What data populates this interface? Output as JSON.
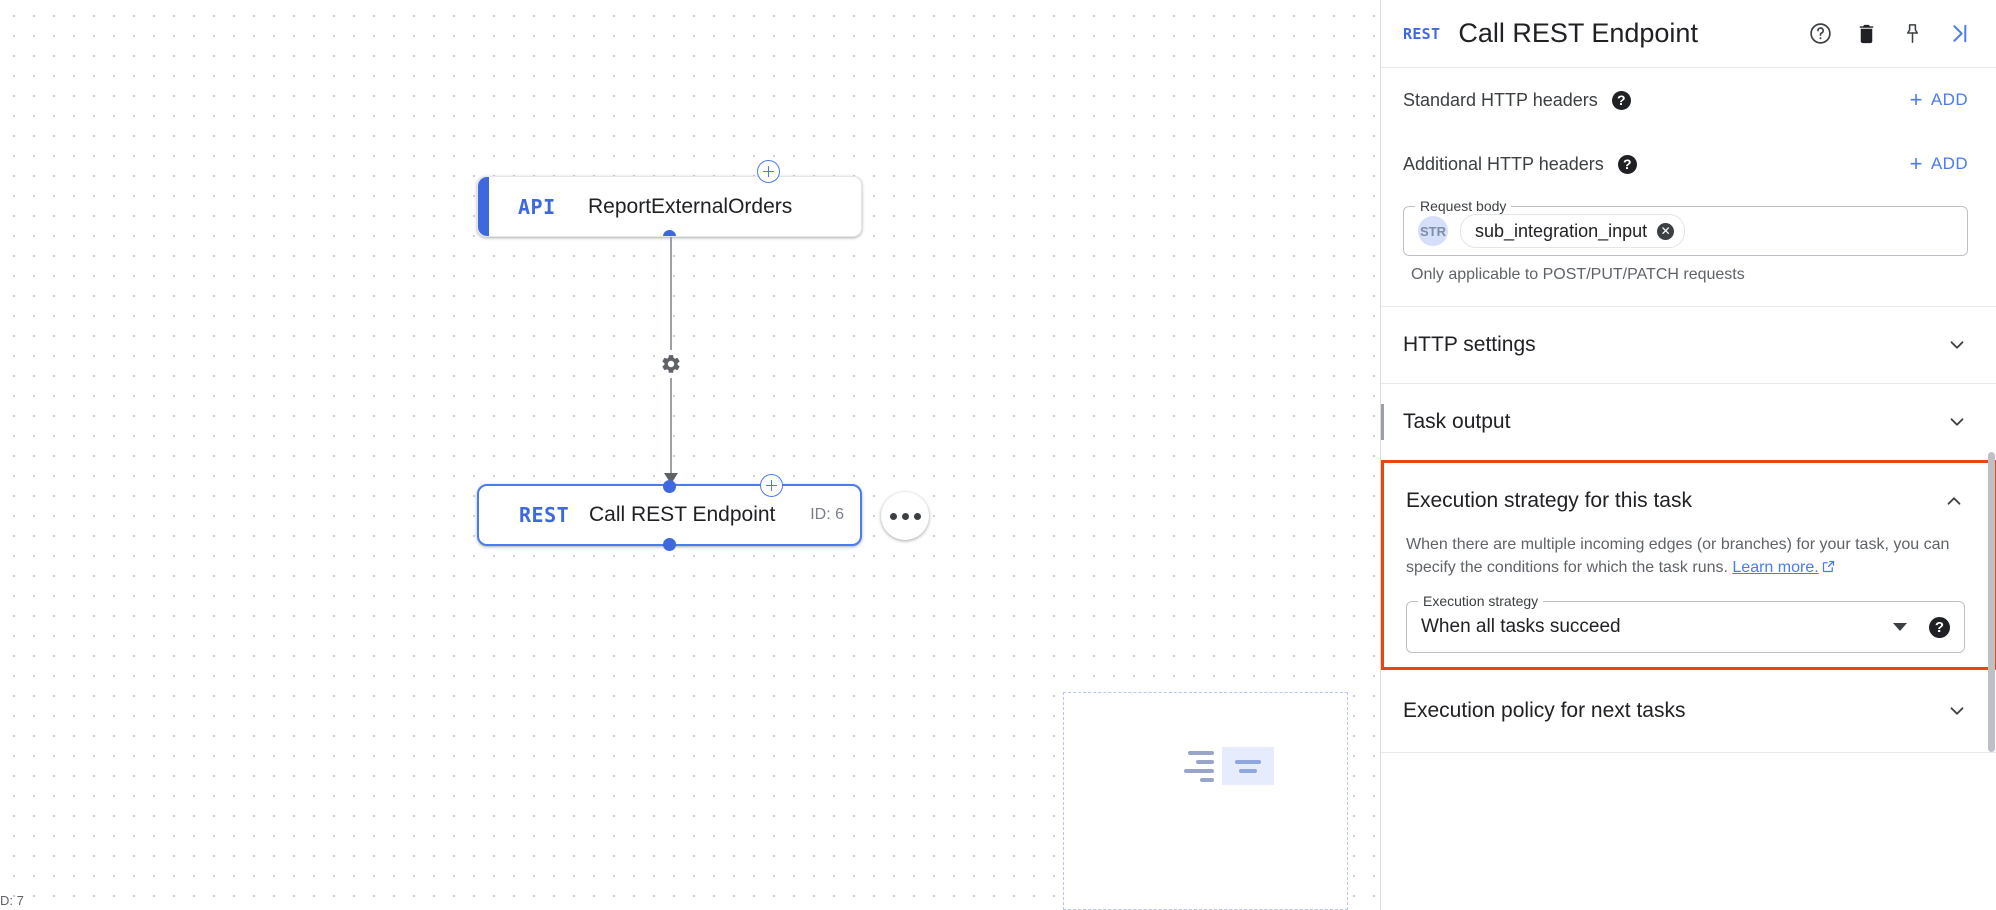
{
  "canvas": {
    "corner_text": "D: 7",
    "nodes": [
      {
        "type_badge": "API",
        "label": "ReportExternalOrders",
        "id_label": ""
      },
      {
        "type_badge": "REST",
        "label": "Call REST Endpoint",
        "id_label": "ID: 6"
      }
    ],
    "icons": {
      "gear": "gear-icon",
      "plus": "plus-circle-icon",
      "more": "more-options-icon"
    }
  },
  "panel": {
    "header": {
      "badge": "REST",
      "title": "Call REST Endpoint",
      "icons": [
        "help-icon",
        "delete-icon",
        "pin-icon",
        "collapse-panel-icon"
      ]
    },
    "standard_headers": {
      "label": "Standard HTTP headers",
      "add_label": "ADD",
      "add_glyph": "+"
    },
    "additional_headers": {
      "label": "Additional HTTP headers",
      "add_label": "ADD",
      "add_glyph": "+"
    },
    "request_body": {
      "legend": "Request body",
      "type_badge": "STR",
      "chip_value": "sub_integration_input",
      "helper_text": "Only applicable to POST/PUT/PATCH requests"
    },
    "sections": [
      {
        "title": "HTTP settings",
        "expanded": false
      },
      {
        "title": "Task output",
        "expanded": false
      },
      {
        "title": "Execution policy for next tasks",
        "expanded": false
      }
    ],
    "execution_strategy": {
      "title": "Execution strategy for this task",
      "expanded": true,
      "description_part1": "When there are multiple incoming edges (or branches) for your task, you can specify the conditions for which the task runs.",
      "link_text": "Learn more.",
      "field_legend": "Execution strategy",
      "field_value": "When all tasks succeed",
      "highlight_color": "#e8470f"
    }
  },
  "colors": {
    "accent_blue": "#4a7bf0",
    "node_blue": "#3f68df",
    "highlight_orange": "#e8470f",
    "text_primary": "#202124",
    "text_secondary": "#5f6368"
  }
}
